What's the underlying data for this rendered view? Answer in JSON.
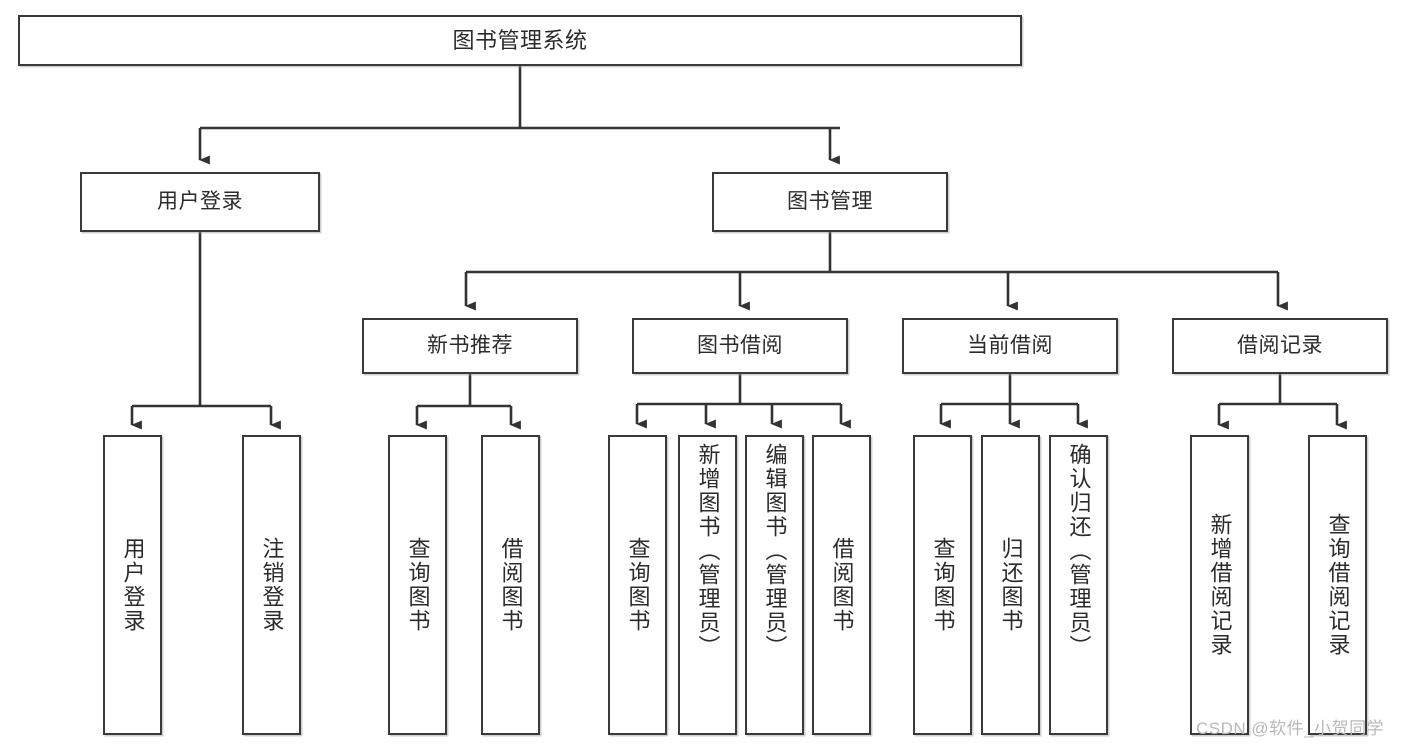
{
  "diagram": {
    "title": "图书管理系统",
    "type": "hierarchy-tree",
    "levels": 4,
    "root": {
      "id": "root",
      "label": "图书管理系统"
    },
    "level2": [
      {
        "id": "user-login",
        "label": "用户登录"
      },
      {
        "id": "book-manage",
        "label": "图书管理"
      }
    ],
    "level3": [
      {
        "id": "new-book-recommend",
        "label": "新书推荐",
        "parent": "book-manage"
      },
      {
        "id": "book-borrow",
        "label": "图书借阅",
        "parent": "book-manage"
      },
      {
        "id": "current-borrow",
        "label": "当前借阅",
        "parent": "book-manage"
      },
      {
        "id": "borrow-record",
        "label": "借阅记录",
        "parent": "book-manage"
      }
    ],
    "leaves": [
      {
        "id": "leaf-user-login",
        "label": "用户登录",
        "parent": "user-login"
      },
      {
        "id": "leaf-logout",
        "label": "注销登录",
        "parent": "user-login"
      },
      {
        "id": "leaf-query-book-1",
        "label": "查询图书",
        "parent": "new-book-recommend"
      },
      {
        "id": "leaf-borrow-book-1",
        "label": "借阅图书",
        "parent": "new-book-recommend"
      },
      {
        "id": "leaf-query-book-2",
        "label": "查询图书",
        "parent": "book-borrow"
      },
      {
        "id": "leaf-add-book",
        "label": "新增图书（管理员）",
        "parent": "book-borrow"
      },
      {
        "id": "leaf-edit-book",
        "label": "编辑图书（管理员）",
        "parent": "book-borrow"
      },
      {
        "id": "leaf-borrow-book-2",
        "label": "借阅图书",
        "parent": "book-borrow"
      },
      {
        "id": "leaf-query-book-3",
        "label": "查询图书",
        "parent": "current-borrow"
      },
      {
        "id": "leaf-return-book",
        "label": "归还图书",
        "parent": "current-borrow"
      },
      {
        "id": "leaf-confirm-return",
        "label": "确认归还（管理员）",
        "parent": "current-borrow"
      },
      {
        "id": "leaf-add-record",
        "label": "新增借阅记录",
        "parent": "borrow-record"
      },
      {
        "id": "leaf-query-record",
        "label": "查询借阅记录",
        "parent": "borrow-record"
      }
    ],
    "colors": {
      "box_border": "#3a3a3a",
      "box_fill": "#ffffff",
      "connector": "#333333",
      "text": "#2b2b2b",
      "watermark": "#b9b9b9"
    }
  },
  "watermark": {
    "text": "CSDN @软件_小贺同学"
  }
}
